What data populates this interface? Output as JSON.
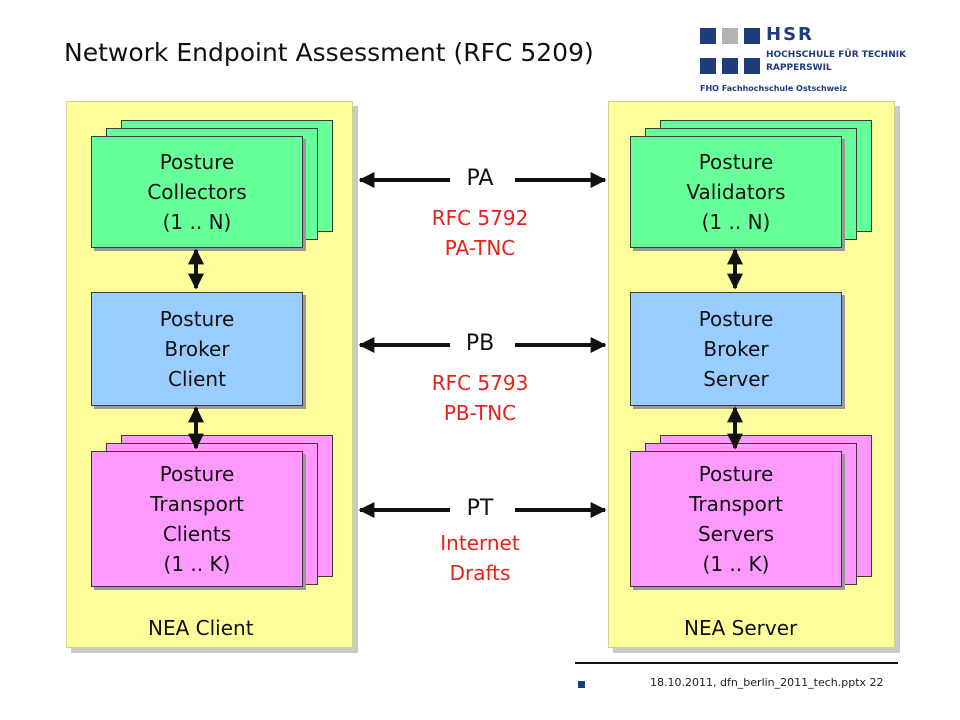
{
  "title": "Network Endpoint Assessment (RFC 5209)",
  "logo": {
    "main": "HSR",
    "line1": "HOCHSCHULE FÜR TECHNIK",
    "line2": "RAPPERSWIL",
    "fho": "FHO Fachhochschule Ostschweiz",
    "colors": {
      "blue": "#1f3d7a",
      "gray": "#b3b3b3"
    }
  },
  "client": {
    "label": "NEA Client",
    "collectors": "Posture\nCollectors\n(1 .. N)",
    "broker": "Posture\nBroker\nClient",
    "transport": "Posture\nTransport\nClients\n(1 .. K)"
  },
  "server": {
    "label": "NEA Server",
    "validators": "Posture\nValidators\n(1 .. N)",
    "broker": "Posture\nBroker\nServer",
    "transport": "Posture\nTransport\nServers\n(1 .. K)"
  },
  "protocols": [
    {
      "name": "PA",
      "spec": "RFC 5792\nPA-TNC"
    },
    {
      "name": "PB",
      "spec": "RFC 5793\nPB-TNC"
    },
    {
      "name": "PT",
      "spec": "Internet\nDrafts"
    }
  ],
  "footer": "18.10.2011, dfn_berlin_2011_tech.pptx 22",
  "colors": {
    "panel": "#fdfd9a",
    "collector": "#66ff99",
    "broker": "#99ccff",
    "transport": "#ff99ff",
    "spec_text": "#e8201a"
  }
}
